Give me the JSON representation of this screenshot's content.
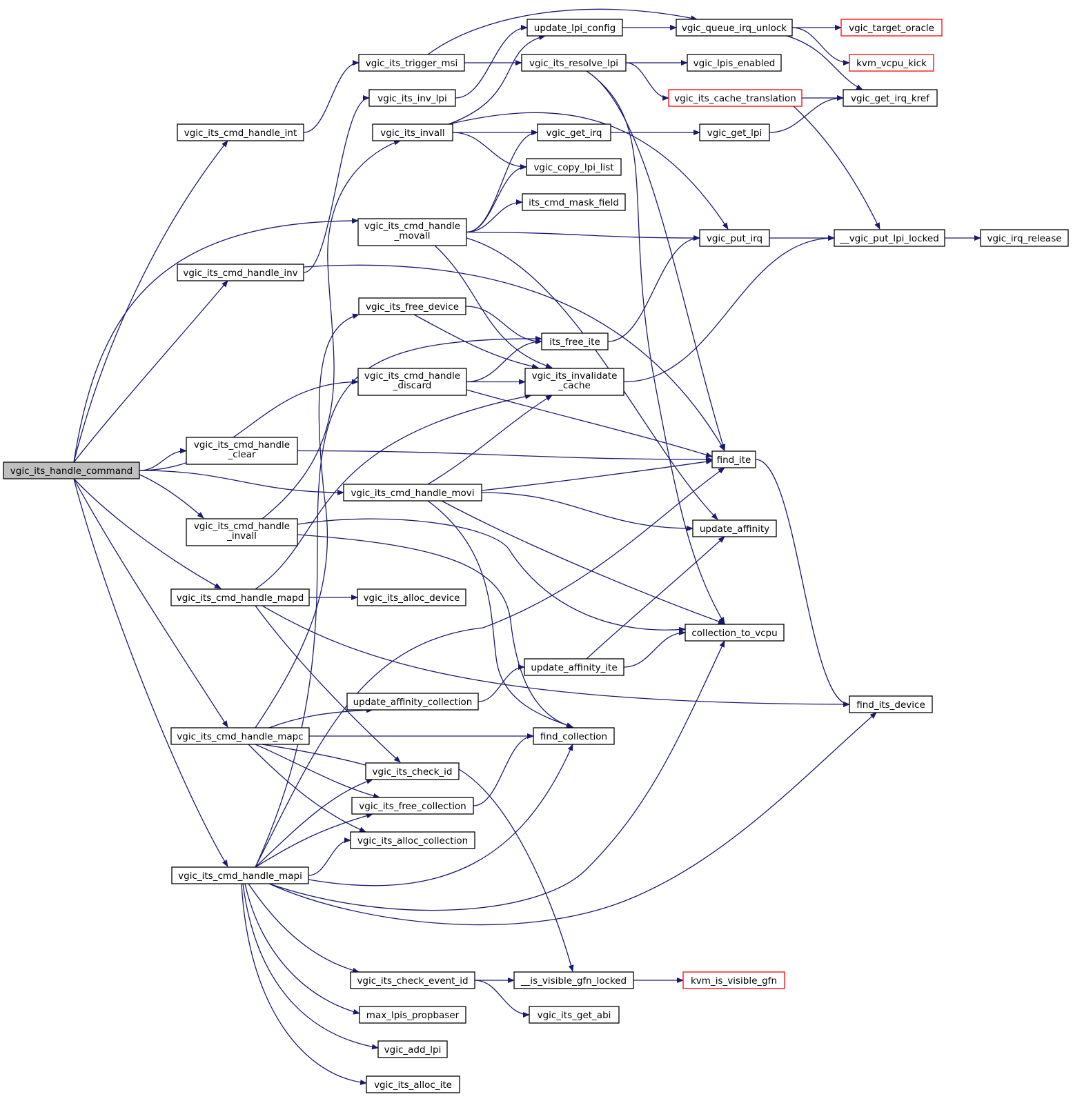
{
  "title": "",
  "colors": {
    "edge": "#191970",
    "node_border": "#000000",
    "truncated_node_border": "#ff0000",
    "root_fill": "#bfbfbf",
    "background": "#ffffff"
  },
  "nodes": [
    {
      "id": "n0",
      "label": [
        "vgic_its_handle_command"
      ],
      "root": true
    },
    {
      "id": "n1",
      "label": [
        "vgic_its_cmd_handle_int"
      ]
    },
    {
      "id": "n2",
      "label": [
        "vgic_its_trigger_msi"
      ]
    },
    {
      "id": "n3",
      "label": [
        "vgic_its_resolve_lpi"
      ]
    },
    {
      "id": "n4",
      "label": [
        "vgic_its_cache_translation"
      ],
      "truncated": true
    },
    {
      "id": "n5",
      "label": [
        "vgic_get_irq_kref"
      ]
    },
    {
      "id": "n6",
      "label": [
        "__vgic_put_lpi_locked"
      ]
    },
    {
      "id": "n7",
      "label": [
        "vgic_irq_release"
      ]
    },
    {
      "id": "n8",
      "label": [
        "find_ite"
      ]
    },
    {
      "id": "n9",
      "label": [
        "find_its_device"
      ]
    },
    {
      "id": "n10",
      "label": [
        "vgic_lpis_enabled"
      ]
    },
    {
      "id": "n11",
      "label": [
        "update_lpi_config"
      ]
    },
    {
      "id": "n12",
      "label": [
        "vgic_queue_irq_unlock"
      ]
    },
    {
      "id": "n13",
      "label": [
        "kvm_vcpu_kick"
      ],
      "truncated": true
    },
    {
      "id": "n14",
      "label": [
        "vgic_target_oracle"
      ],
      "truncated": true
    },
    {
      "id": "n15",
      "label": [
        "vgic_its_inv_lpi"
      ]
    },
    {
      "id": "n16",
      "label": [
        "vgic_its_invall"
      ]
    },
    {
      "id": "n17",
      "label": [
        "vgic_get_irq"
      ]
    },
    {
      "id": "n18",
      "label": [
        "vgic_get_lpi"
      ]
    },
    {
      "id": "n19",
      "label": [
        "vgic_copy_lpi_list"
      ]
    },
    {
      "id": "n20",
      "label": [
        "its_cmd_mask_field"
      ]
    },
    {
      "id": "n21",
      "label": [
        "vgic_put_irq"
      ]
    },
    {
      "id": "n22",
      "label": [
        "vgic_its_cmd_handle",
        "_movall"
      ]
    },
    {
      "id": "n23",
      "label": [
        "vgic_its_cmd_handle_inv"
      ]
    },
    {
      "id": "n24",
      "label": [
        "vgic_its_free_device"
      ]
    },
    {
      "id": "n25",
      "label": [
        "its_free_ite"
      ]
    },
    {
      "id": "n26",
      "label": [
        "vgic_its_invalidate",
        "_cache"
      ]
    },
    {
      "id": "n27",
      "label": [
        "vgic_its_cmd_handle",
        "_discard"
      ]
    },
    {
      "id": "n28",
      "label": [
        "vgic_its_cmd_handle",
        "_clear"
      ]
    },
    {
      "id": "n29",
      "label": [
        "vgic_its_cmd_handle_movi"
      ]
    },
    {
      "id": "n30",
      "label": [
        "update_affinity"
      ]
    },
    {
      "id": "n31",
      "label": [
        "vgic_its_cmd_handle",
        "_invall"
      ]
    },
    {
      "id": "n32",
      "label": [
        "collection_to_vcpu"
      ]
    },
    {
      "id": "n33",
      "label": [
        "vgic_its_cmd_handle_mapd"
      ]
    },
    {
      "id": "n34",
      "label": [
        "vgic_its_alloc_device"
      ]
    },
    {
      "id": "n35",
      "label": [
        "update_affinity_ite"
      ]
    },
    {
      "id": "n36",
      "label": [
        "update_affinity_collection"
      ]
    },
    {
      "id": "n37",
      "label": [
        "vgic_its_cmd_handle_mapc"
      ]
    },
    {
      "id": "n38",
      "label": [
        "find_collection"
      ]
    },
    {
      "id": "n39",
      "label": [
        "vgic_its_check_id"
      ]
    },
    {
      "id": "n40",
      "label": [
        "vgic_its_free_collection"
      ]
    },
    {
      "id": "n41",
      "label": [
        "vgic_its_alloc_collection"
      ]
    },
    {
      "id": "n42",
      "label": [
        "vgic_its_cmd_handle_mapi"
      ]
    },
    {
      "id": "n43",
      "label": [
        "vgic_its_check_event_id"
      ]
    },
    {
      "id": "n44",
      "label": [
        "__is_visible_gfn_locked"
      ]
    },
    {
      "id": "n45",
      "label": [
        "kvm_is_visible_gfn"
      ],
      "truncated": true
    },
    {
      "id": "n46",
      "label": [
        "vgic_its_get_abi"
      ]
    },
    {
      "id": "n47",
      "label": [
        "max_lpis_propbaser"
      ]
    },
    {
      "id": "n48",
      "label": [
        "vgic_add_lpi"
      ]
    },
    {
      "id": "n49",
      "label": [
        "vgic_its_alloc_ite"
      ]
    }
  ],
  "edges": [
    [
      "n0",
      "n1"
    ],
    [
      "n0",
      "n22"
    ],
    [
      "n0",
      "n23"
    ],
    [
      "n0",
      "n27"
    ],
    [
      "n0",
      "n28"
    ],
    [
      "n0",
      "n29"
    ],
    [
      "n0",
      "n31"
    ],
    [
      "n0",
      "n33"
    ],
    [
      "n0",
      "n37"
    ],
    [
      "n0",
      "n42"
    ],
    [
      "n1",
      "n2"
    ],
    [
      "n2",
      "n12"
    ],
    [
      "n2",
      "n3"
    ],
    [
      "n3",
      "n10"
    ],
    [
      "n3",
      "n4"
    ],
    [
      "n3",
      "n8"
    ],
    [
      "n3",
      "n32"
    ],
    [
      "n4",
      "n5"
    ],
    [
      "n4",
      "n6"
    ],
    [
      "n6",
      "n7"
    ],
    [
      "n8",
      "n9"
    ],
    [
      "n11",
      "n12"
    ],
    [
      "n12",
      "n14"
    ],
    [
      "n12",
      "n13"
    ],
    [
      "n12",
      "n5"
    ],
    [
      "n15",
      "n11"
    ],
    [
      "n16",
      "n11"
    ],
    [
      "n16",
      "n17"
    ],
    [
      "n16",
      "n19"
    ],
    [
      "n16",
      "n21"
    ],
    [
      "n17",
      "n18"
    ],
    [
      "n18",
      "n5"
    ],
    [
      "n21",
      "n6"
    ],
    [
      "n22",
      "n17"
    ],
    [
      "n22",
      "n19"
    ],
    [
      "n22",
      "n20"
    ],
    [
      "n22",
      "n21"
    ],
    [
      "n22",
      "n26"
    ],
    [
      "n22",
      "n30"
    ],
    [
      "n23",
      "n15"
    ],
    [
      "n23",
      "n8"
    ],
    [
      "n24",
      "n25"
    ],
    [
      "n24",
      "n26"
    ],
    [
      "n25",
      "n21"
    ],
    [
      "n26",
      "n6"
    ],
    [
      "n27",
      "n25"
    ],
    [
      "n27",
      "n26"
    ],
    [
      "n27",
      "n8"
    ],
    [
      "n28",
      "n8"
    ],
    [
      "n29",
      "n8"
    ],
    [
      "n29",
      "n26"
    ],
    [
      "n29",
      "n30"
    ],
    [
      "n29",
      "n32"
    ],
    [
      "n29",
      "n38"
    ],
    [
      "n31",
      "n16"
    ],
    [
      "n31",
      "n32"
    ],
    [
      "n31",
      "n38"
    ],
    [
      "n33",
      "n34"
    ],
    [
      "n33",
      "n26"
    ],
    [
      "n33",
      "n9"
    ],
    [
      "n33",
      "n39"
    ],
    [
      "n35",
      "n30"
    ],
    [
      "n35",
      "n32"
    ],
    [
      "n36",
      "n35"
    ],
    [
      "n37",
      "n36"
    ],
    [
      "n37",
      "n38"
    ],
    [
      "n37",
      "n39"
    ],
    [
      "n37",
      "n40"
    ],
    [
      "n37",
      "n41"
    ],
    [
      "n37",
      "n24"
    ],
    [
      "n39",
      "n44"
    ],
    [
      "n40",
      "n38"
    ],
    [
      "n42",
      "n39"
    ],
    [
      "n42",
      "n40"
    ],
    [
      "n42",
      "n41"
    ],
    [
      "n42",
      "n38"
    ],
    [
      "n42",
      "n8"
    ],
    [
      "n42",
      "n32"
    ],
    [
      "n42",
      "n9"
    ],
    [
      "n42",
      "n43"
    ],
    [
      "n42",
      "n47"
    ],
    [
      "n42",
      "n48"
    ],
    [
      "n42",
      "n49"
    ],
    [
      "n42",
      "n25"
    ],
    [
      "n43",
      "n44"
    ],
    [
      "n43",
      "n46"
    ],
    [
      "n44",
      "n45"
    ]
  ]
}
